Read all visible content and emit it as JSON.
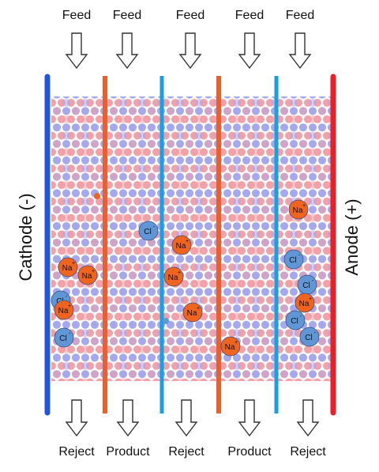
{
  "labels": {
    "feed": [
      "Feed",
      "Feed",
      "Feed",
      "Feed",
      "Feed"
    ],
    "outlet": [
      "Reject",
      "Product",
      "Reject",
      "Product",
      "Reject"
    ],
    "cathode": "Cathode (-)",
    "anode": "Anode (+)"
  },
  "ions": {
    "sodium": "Na",
    "sodium_charge": "+",
    "chloride": "Cl",
    "chloride_charge": "-"
  },
  "colors": {
    "cathode": "#1f55e0",
    "anode": "#e8202a",
    "cation_exchange_membrane": "#e8602f",
    "anion_exchange_membrane": "#1aa0e0",
    "water_pink": "#f2a1a8",
    "water_blue": "#a5a7ef",
    "sodium": "#f0641e",
    "chloride": "#5f97d6"
  }
}
